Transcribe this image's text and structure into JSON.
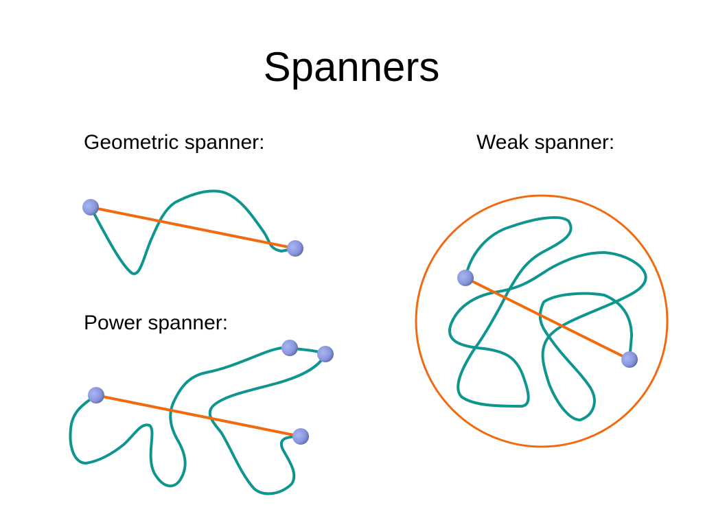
{
  "slide": {
    "title": "Spanners",
    "panels": [
      {
        "id": "geometric",
        "label": "Geometric spanner:"
      },
      {
        "id": "power",
        "label": "Power spanner:"
      },
      {
        "id": "weak",
        "label": "Weak spanner:"
      }
    ]
  },
  "colors": {
    "path": "#0e9590",
    "straight_edge": "#f26a10",
    "node_light": "#9aa8ee",
    "node_dark": "#5560a0",
    "text": "#000000",
    "background": "#ffffff"
  }
}
